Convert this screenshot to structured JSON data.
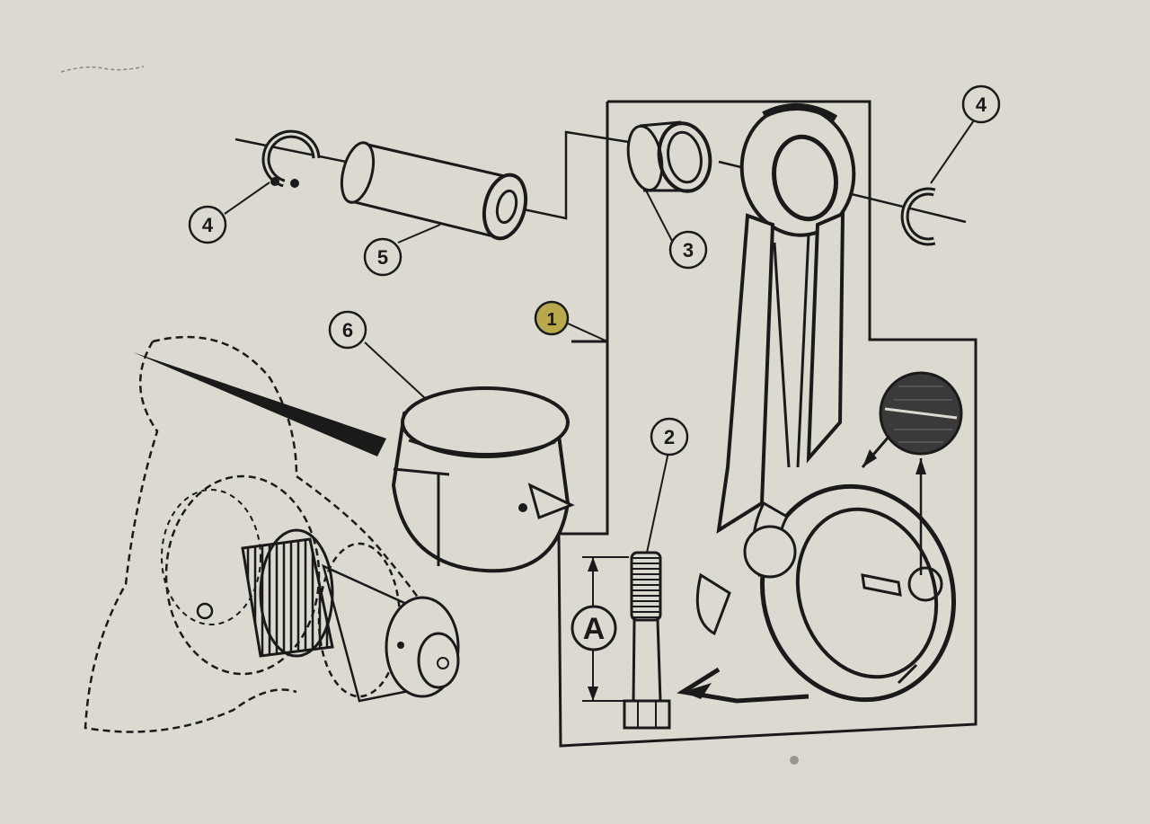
{
  "callouts": {
    "rod": "1",
    "bolt": "2",
    "bushing": "3",
    "circlip_left": "4",
    "circlip_right": "4",
    "piston_pin": "5",
    "bearing_shell": "6"
  },
  "dimension": {
    "label": "A"
  },
  "colors": {
    "background": "#dcdad0",
    "ink": "#1a1a1a",
    "callout_highlight": "#b8a94a"
  }
}
